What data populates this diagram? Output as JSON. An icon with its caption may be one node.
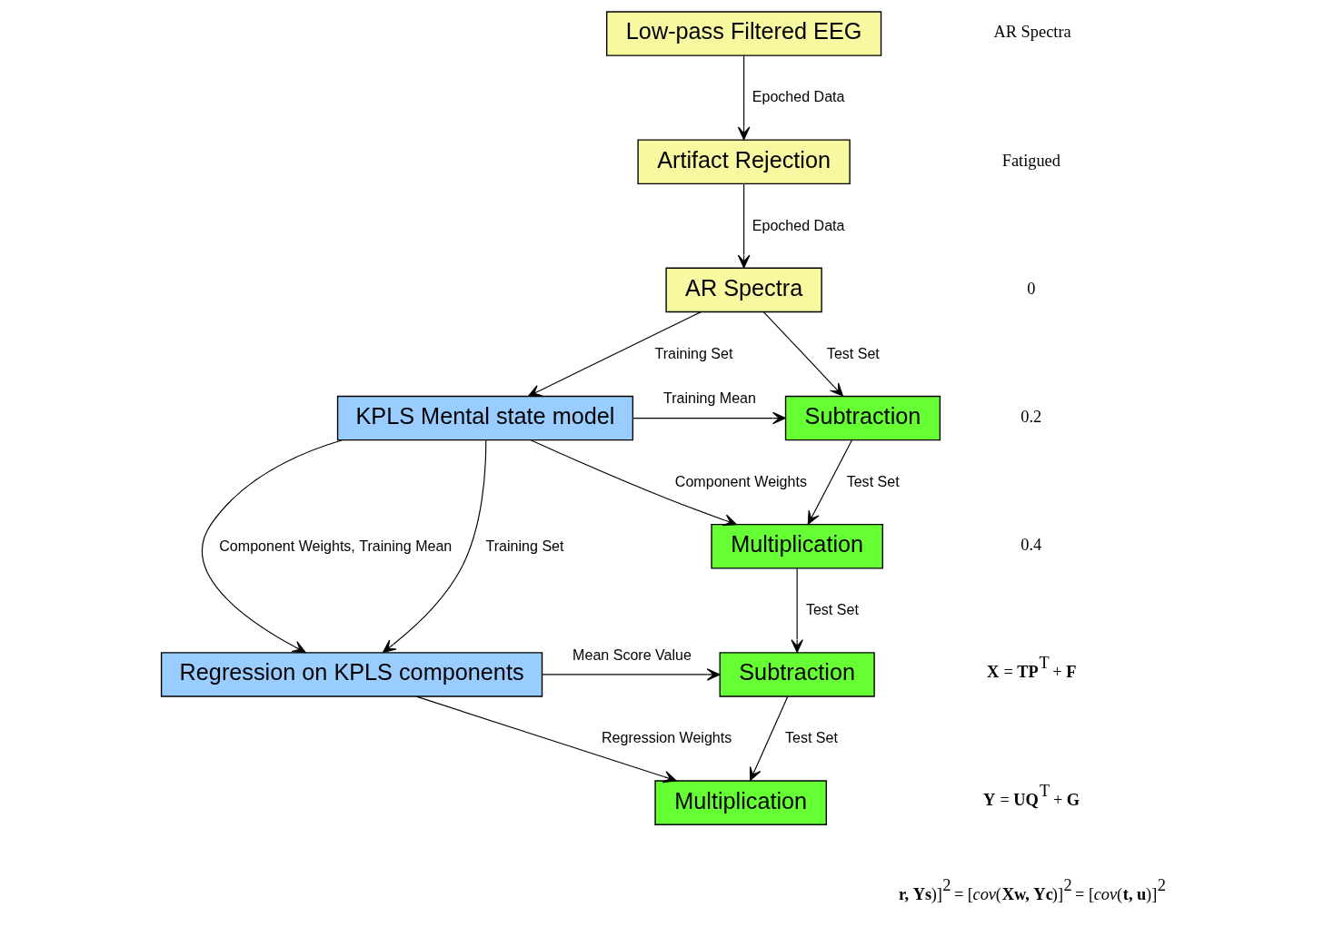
{
  "diagram": {
    "nodes": [
      {
        "text": [
          "Low-pass Filtered EEG"
        ]
      },
      {
        "text": [
          "Artifact Rejection"
        ]
      },
      {
        "text": [
          "AR Spectra"
        ]
      },
      {
        "text": [
          "KPLS Mental state model"
        ]
      },
      {
        "text": [
          "Subtraction"
        ]
      },
      {
        "text": [
          "Multiplication"
        ]
      },
      {
        "text": [
          "Regression on KPLS components"
        ]
      },
      {
        "text": [
          "Subtraction"
        ]
      },
      {
        "text": [
          "Multiplication"
        ]
      }
    ],
    "edges": [
      {
        "from": 0,
        "to": 1,
        "arrow": "to",
        "label": "Epoched Data"
      },
      {
        "from": 1,
        "to": 2,
        "arrow": "to",
        "label": "Epoched Data"
      },
      {
        "from": 2,
        "to": 3,
        "arrow": "to",
        "label": "Training Set"
      },
      {
        "from": 2,
        "to": 4,
        "arrow": "to",
        "label": "Test Set"
      },
      {
        "from": 3,
        "to": 4,
        "arrow": "to",
        "label": "Training Mean"
      },
      {
        "from": 3,
        "to": 5,
        "arrow": "to",
        "label": "Component Weights"
      },
      {
        "from": 3,
        "to": 6,
        "arrow": "to",
        "label": "Component Weights, Training Mean"
      },
      {
        "from": 3,
        "to": 6,
        "arrow": "to",
        "label": "Training Set"
      },
      {
        "from": 4,
        "to": 5,
        "arrow": "to",
        "label": "Test Set"
      },
      {
        "from": 5,
        "to": 7,
        "arrow": "to",
        "label": "Test Set"
      },
      {
        "from": 6,
        "to": 7,
        "arrow": "to",
        "label": "Mean Score Value"
      },
      {
        "from": 7,
        "to": 8,
        "arrow": "to",
        "label": "Test Set"
      },
      {
        "from": 6,
        "to": 8,
        "arrow": "to",
        "label": "Regression Weights"
      }
    ],
    "labels": [
      "AR Spectra",
      "Fatigued",
      "0",
      "0.2",
      "0.4",
      "**X** = **TP**$^{T}$ + **F**",
      "**Y** = **UQ**$^{T}$ + **G**",
      "**r, Ys**)]$^{2}$ = [*cov*(**Xw, Yc**)]$^{2}$ = [*cov*(**t, u**)]$^{2}$"
    ]
  }
}
